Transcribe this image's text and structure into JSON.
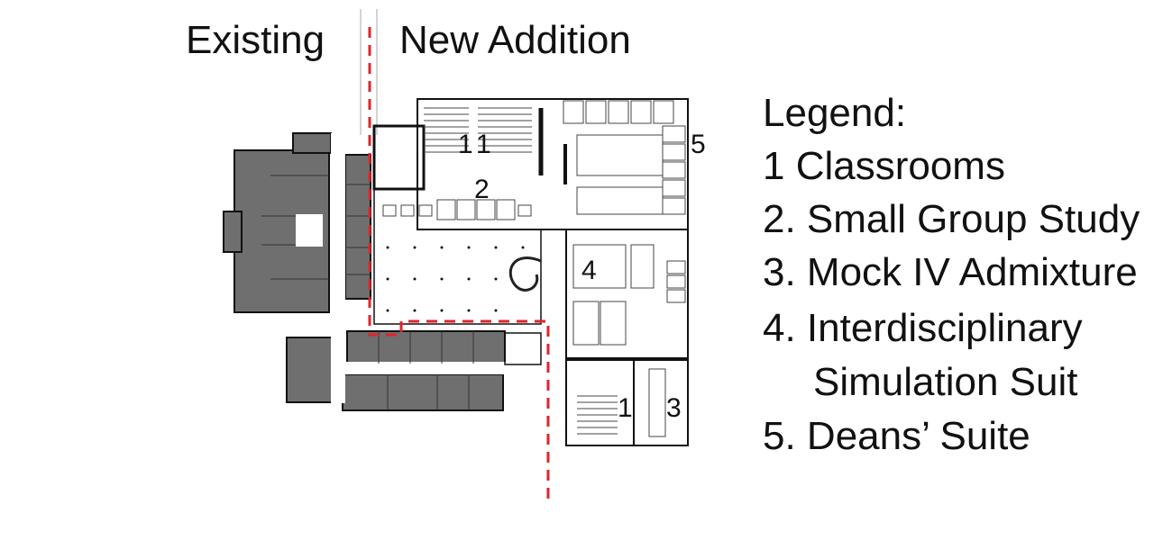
{
  "header": {
    "existing": "Existing",
    "addition": "New Addition"
  },
  "legend": {
    "title": "Legend:",
    "items": [
      "1 Classrooms",
      "2. Small Group Study",
      "3. Mock IV Admixture",
      "4. Interdisciplinary",
      "Simulation Suit",
      "5. Deans’ Suite"
    ]
  },
  "plan": {
    "labels": {
      "classroom_a": "1",
      "classroom_b": "1",
      "classroom_c": "1",
      "study": "2",
      "mock_iv": "3",
      "simulation": "4",
      "deans": "5"
    }
  },
  "colors": {
    "boundary_line": "#e0242b",
    "existing_fill": "#6f6f6f",
    "wall": "#111111"
  }
}
